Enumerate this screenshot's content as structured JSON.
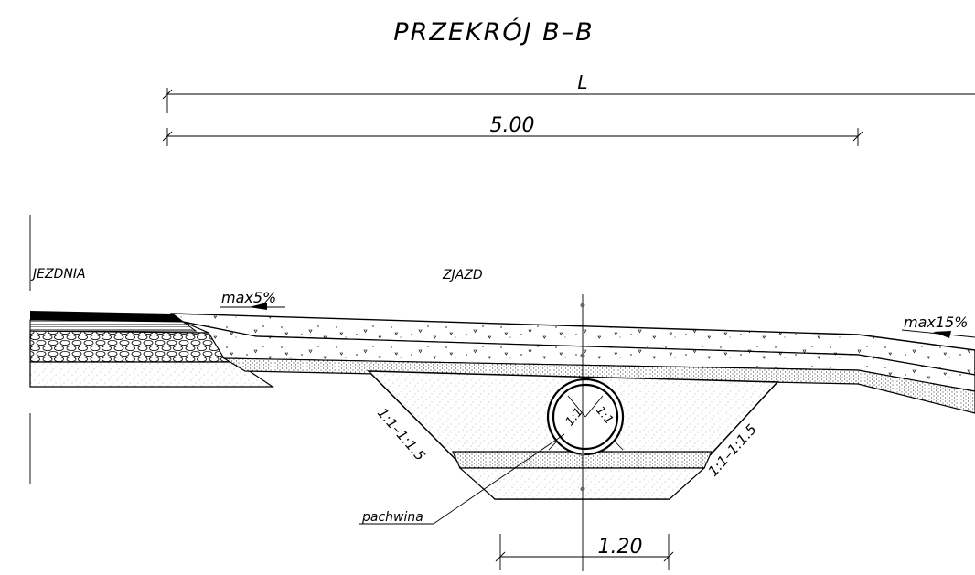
{
  "drawing": {
    "title": "PRZEKRÓJ B–B",
    "dimensions": {
      "total_label": "L",
      "width_label": "5.00",
      "trench_bottom_label": "1.20"
    },
    "labels": {
      "roadway": "JEZDNIA",
      "driveway": "ZJAZD",
      "slope_left": "1:1–1:1.5",
      "slope_right": "1:1–1:1.5",
      "pipe_slope_a": "1:1",
      "pipe_slope_b": "1:1",
      "haunch": "pachwina",
      "grade_left": "max5%",
      "grade_right": "max15%"
    }
  }
}
